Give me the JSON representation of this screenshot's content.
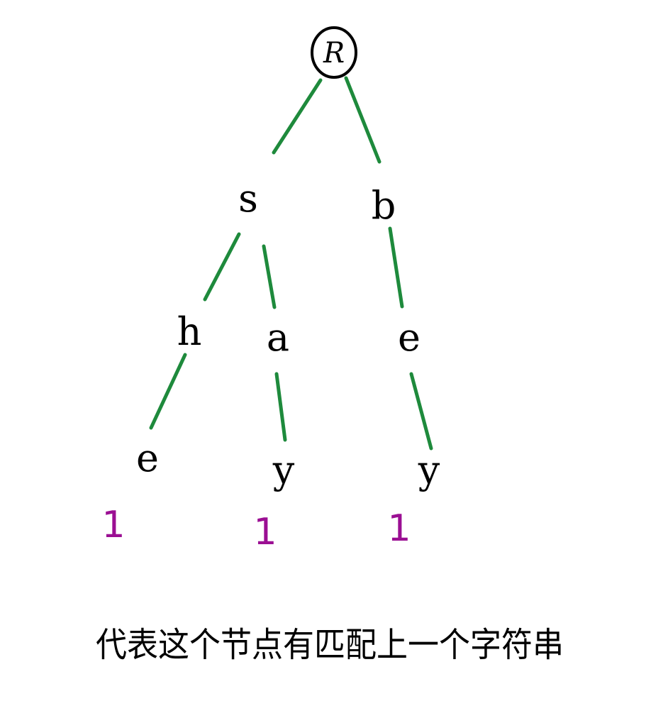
{
  "diagram": {
    "colors": {
      "edge": "#1e8a3c",
      "letter": "#000000",
      "count": "#9b0f93"
    },
    "root": {
      "label": "R"
    },
    "nodes": {
      "s": "s",
      "b": "b",
      "h": "h",
      "a": "a",
      "e_under_b": "e",
      "e_under_h": "e",
      "y_under_a": "y",
      "y_under_e": "y"
    },
    "counts": {
      "she": "1",
      "say": "1",
      "bey": "1"
    },
    "caption": "代表这个节点有匹配上一个字符串"
  }
}
